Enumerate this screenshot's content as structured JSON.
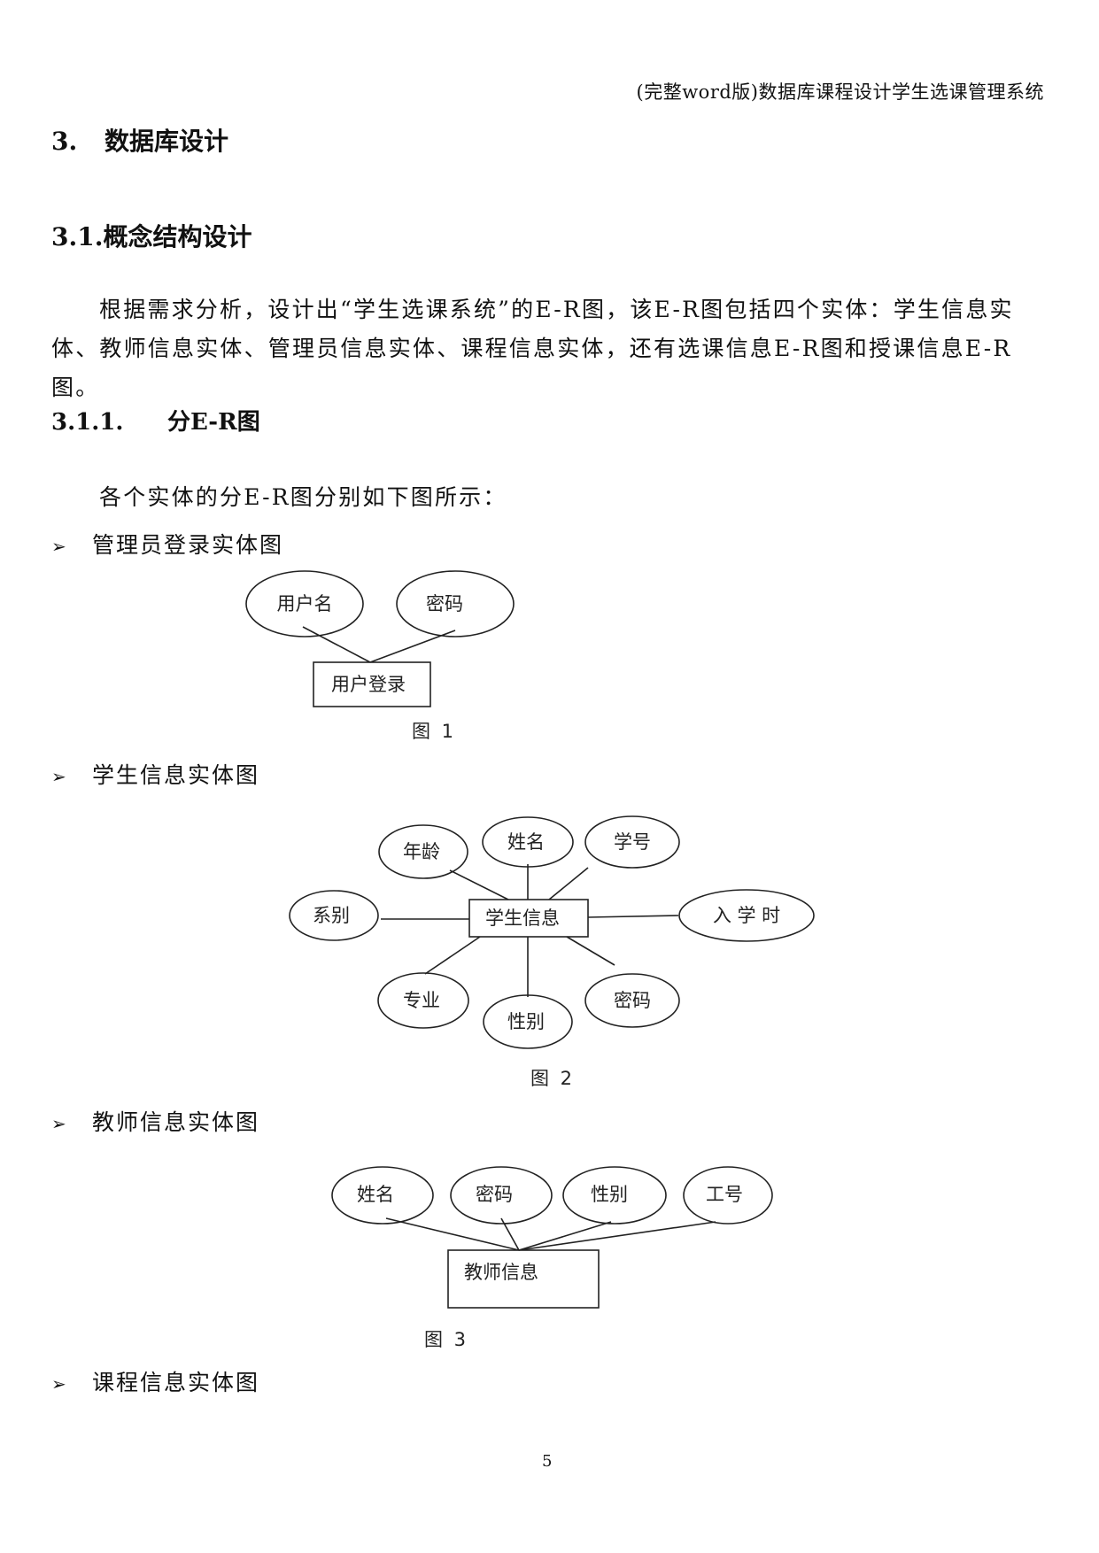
{
  "header": "(完整word版)数据库课程设计学生选课管理系统",
  "section": {
    "number": "3.",
    "title": "数据库设计"
  },
  "subsection": {
    "heading": "3.1.概念结构设计"
  },
  "paragraph_1": "根据需求分析，设计出“学生选课系统”的E-R图，该E-R图包括四个实体：学生信息实体、教师信息实体、管理员信息实体、课程信息实体，还有选课信息E-R图和授课信息E-R图。",
  "subsubsection": {
    "number": "3.1.1.",
    "title": "分E-R图"
  },
  "paragraph_2": "各个实体的分E-R图分别如下图所示：",
  "bullet_mark": "➢",
  "bullets": [
    "管理员登录实体图",
    "学生信息实体图",
    "教师信息实体图",
    "课程信息实体图"
  ],
  "diagrams": {
    "admin": {
      "entity": "用户登录",
      "attributes": [
        "用户名",
        "密码"
      ],
      "caption": "图 1"
    },
    "student": {
      "entity": "学生信息",
      "attributes": [
        "年龄",
        "姓名",
        "学号",
        "系别",
        "入 学 时",
        "专业",
        "性别",
        "密码"
      ],
      "caption": "图 2"
    },
    "teacher": {
      "entity": "教师信息",
      "attributes": [
        "姓名",
        "密码",
        "性别",
        "工号"
      ],
      "caption": "图 3"
    }
  },
  "page_number": "5"
}
